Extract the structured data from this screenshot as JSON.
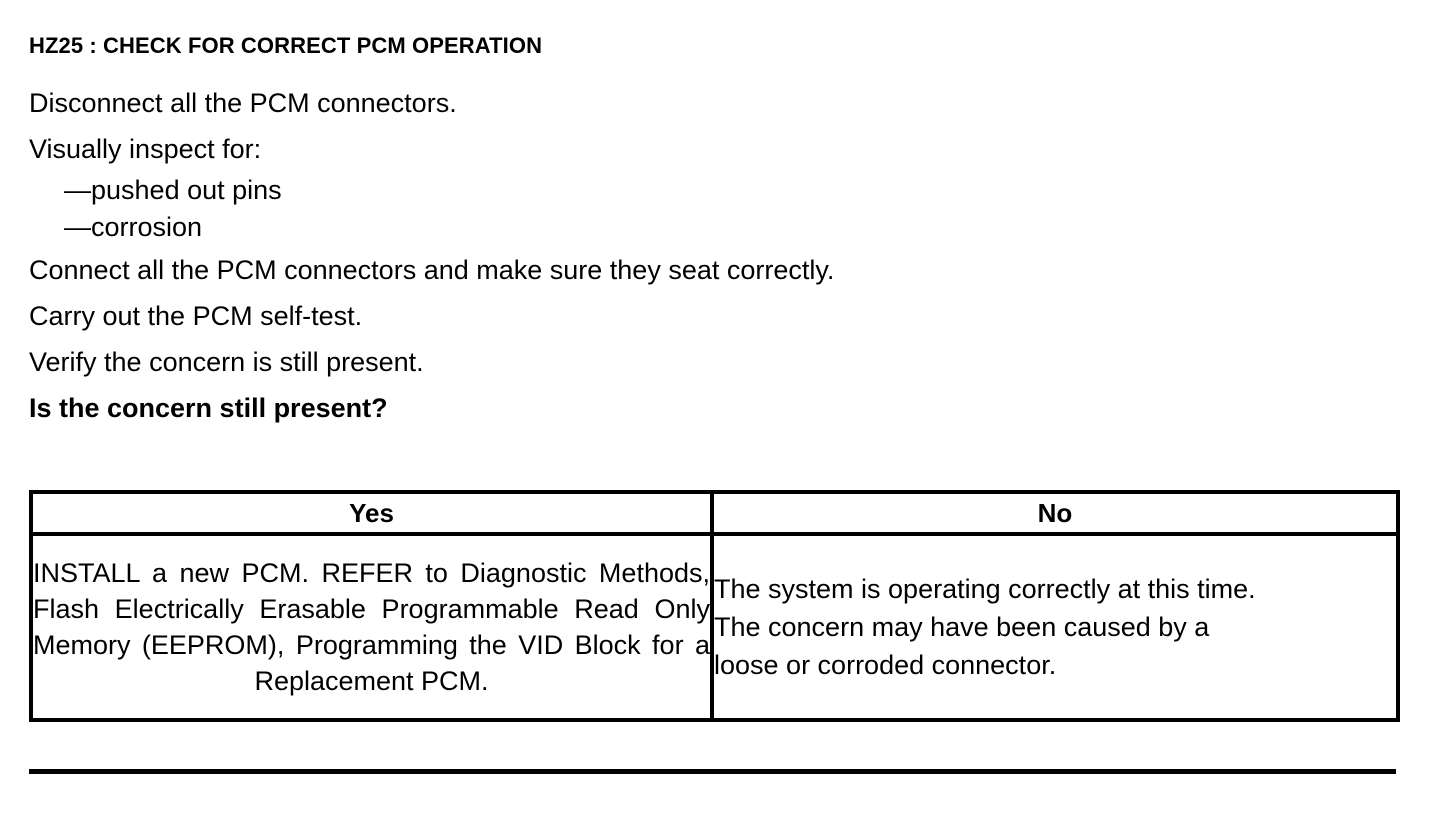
{
  "document": {
    "step_heading": "HZ25 : CHECK FOR CORRECT PCM OPERATION",
    "instructions": [
      {
        "text": "Disconnect all the PCM connectors.",
        "style": "normal"
      },
      {
        "text": "Visually inspect for:",
        "style": "normal"
      },
      {
        "text": "—pushed out pins",
        "style": "dash"
      },
      {
        "text": "—corrosion",
        "style": "dash"
      },
      {
        "text": "Connect all the PCM connectors and make sure they seat correctly.",
        "style": "normal"
      },
      {
        "text": "Carry out the PCM self-test.",
        "style": "normal"
      },
      {
        "text": "Verify the concern is still present.",
        "style": "normal"
      },
      {
        "text": "Is the concern still present?",
        "style": "bold"
      }
    ],
    "decision_table": {
      "headers": {
        "yes": "Yes",
        "no": "No"
      },
      "cells": {
        "yes": "INSTALL a new PCM. REFER to Diagnostic Methods, Flash Electrically Erasable Programmable Read Only Memory (EEPROM), Programming the VID Block for a Replacement PCM.",
        "no_lines": [
          "The system is operating correctly at this time.",
          "The concern may have been caused by a",
          "loose or corroded connector."
        ]
      }
    },
    "colors": {
      "text": "#000000",
      "background": "#ffffff",
      "rule": "#000000"
    }
  }
}
